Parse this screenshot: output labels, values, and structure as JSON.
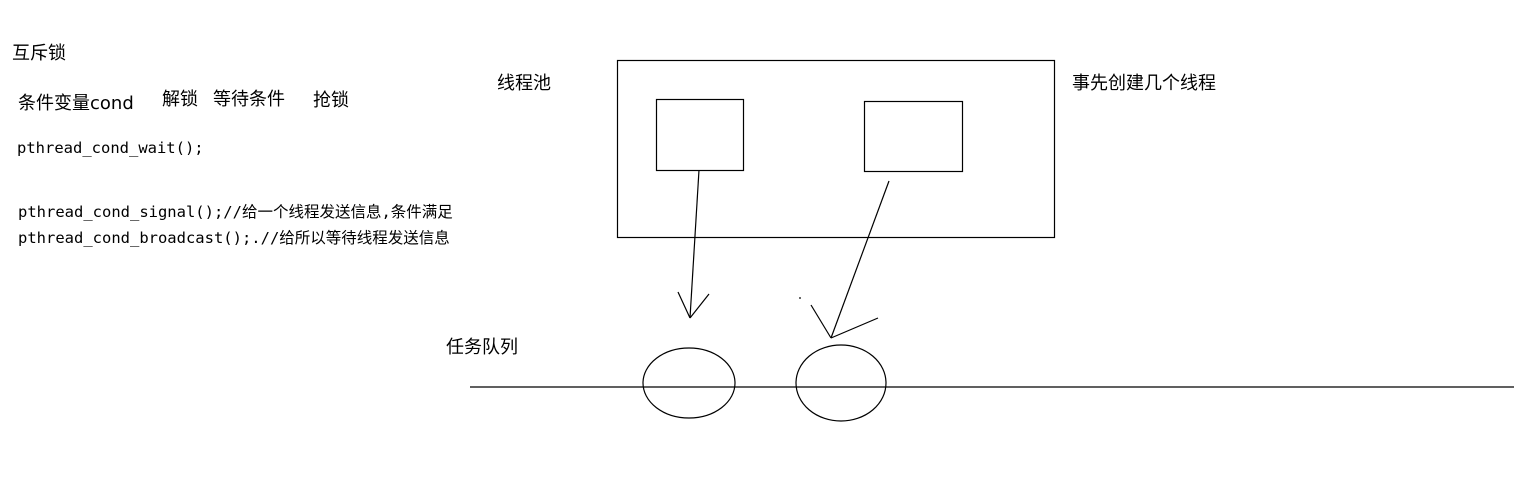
{
  "notes": {
    "mutex": "互斥锁",
    "cond_var": "条件变量cond",
    "unlock": "解锁",
    "wait_condition": "等待条件",
    "grab_lock": "抢锁",
    "code_wait": "pthread_cond_wait();",
    "code_signal": "pthread_cond_signal();//给一个线程发送信息,条件满足",
    "code_broadcast": "pthread_cond_broadcast();.//给所以等待线程发送信息"
  },
  "diagram": {
    "thread_pool_label": "线程池",
    "precreate_label": "事先创建几个线程",
    "task_queue_label": "任务队列",
    "stroke_color": "#000000",
    "background_color": "#ffffff"
  }
}
